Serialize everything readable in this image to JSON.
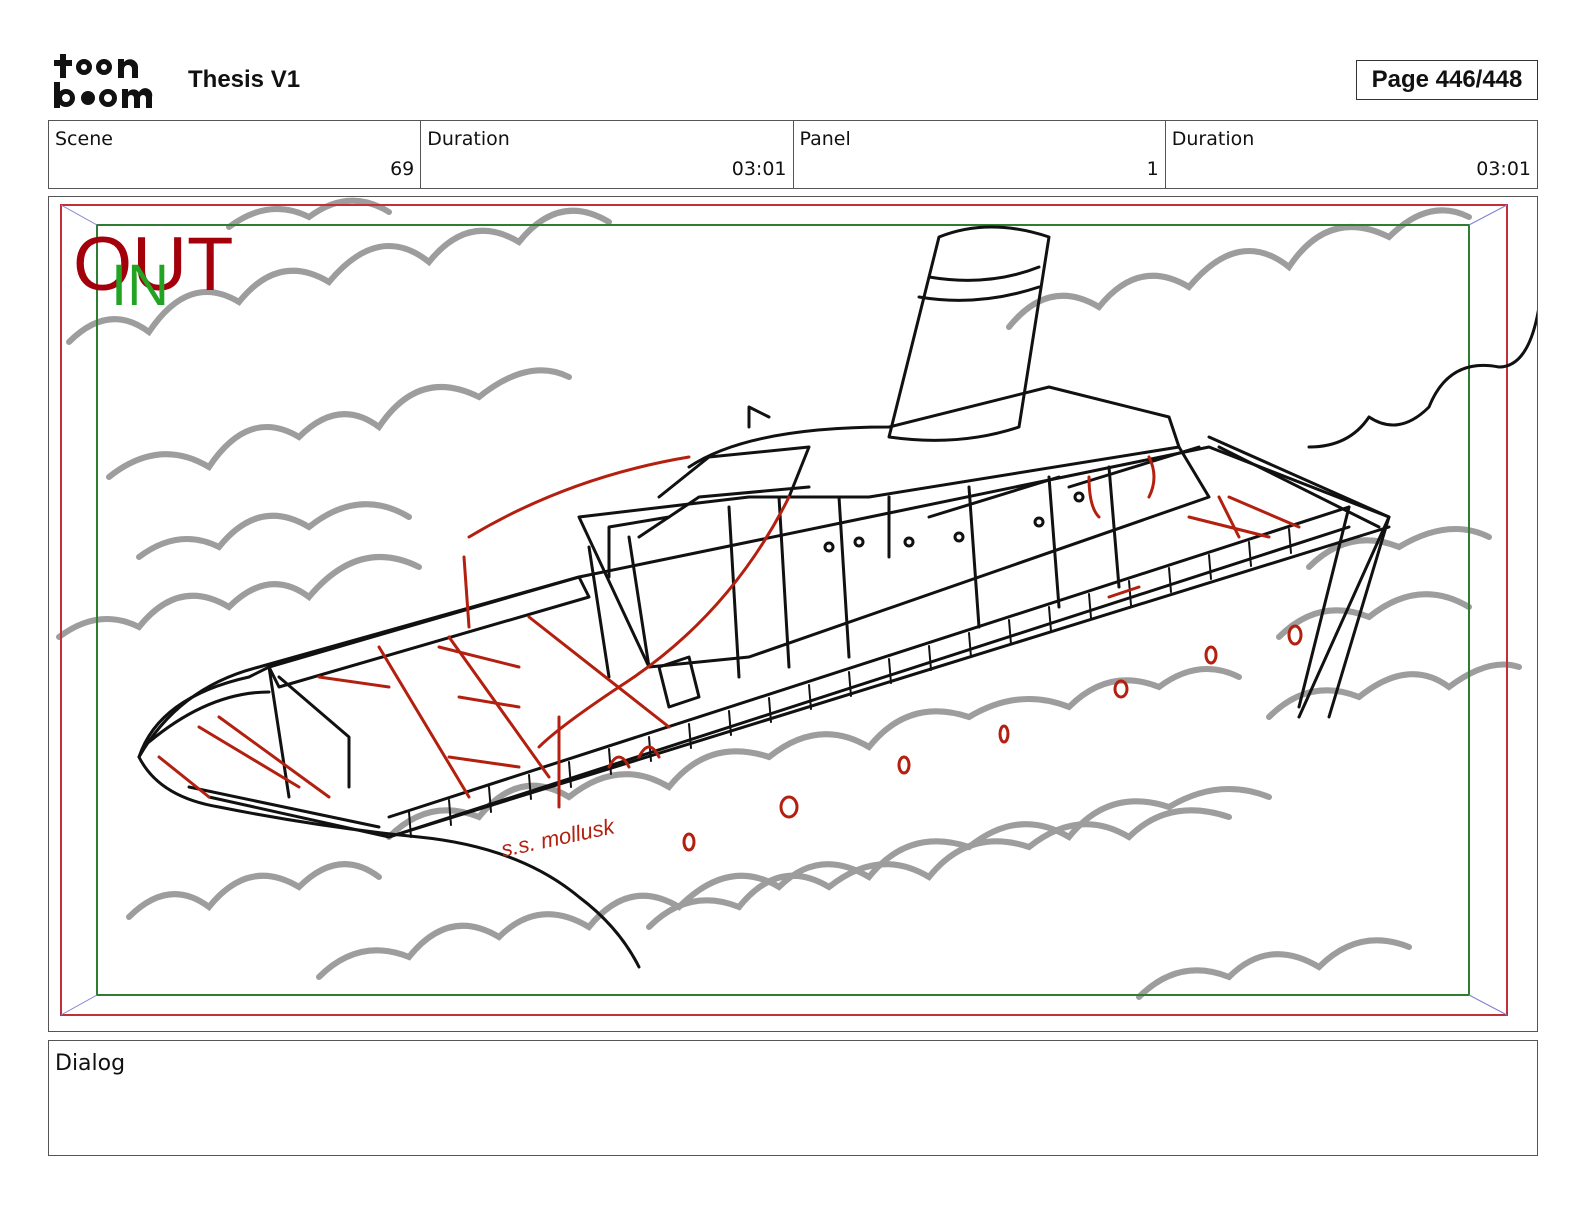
{
  "header": {
    "logo_text": "toon boom",
    "title": "Thesis V1",
    "page_indicator": "Page 446/448"
  },
  "info": {
    "scene_label": "Scene",
    "scene_value": "69",
    "scene_duration_label": "Duration",
    "scene_duration_value": "03:01",
    "panel_label": "Panel",
    "panel_value": "1",
    "panel_duration_label": "Duration",
    "panel_duration_value": "03:01"
  },
  "panel": {
    "safe_out_label": "OUT",
    "safe_in_label": "IN",
    "ship_name": "s.s. mollusk",
    "colors": {
      "outer_frame": "#c0303a",
      "inner_frame": "#2e7d32",
      "sketch_red": "#b3200f",
      "sketch_black": "#111111",
      "waves": "#8c8c8c"
    }
  },
  "dialog": {
    "label": "Dialog",
    "text": ""
  }
}
